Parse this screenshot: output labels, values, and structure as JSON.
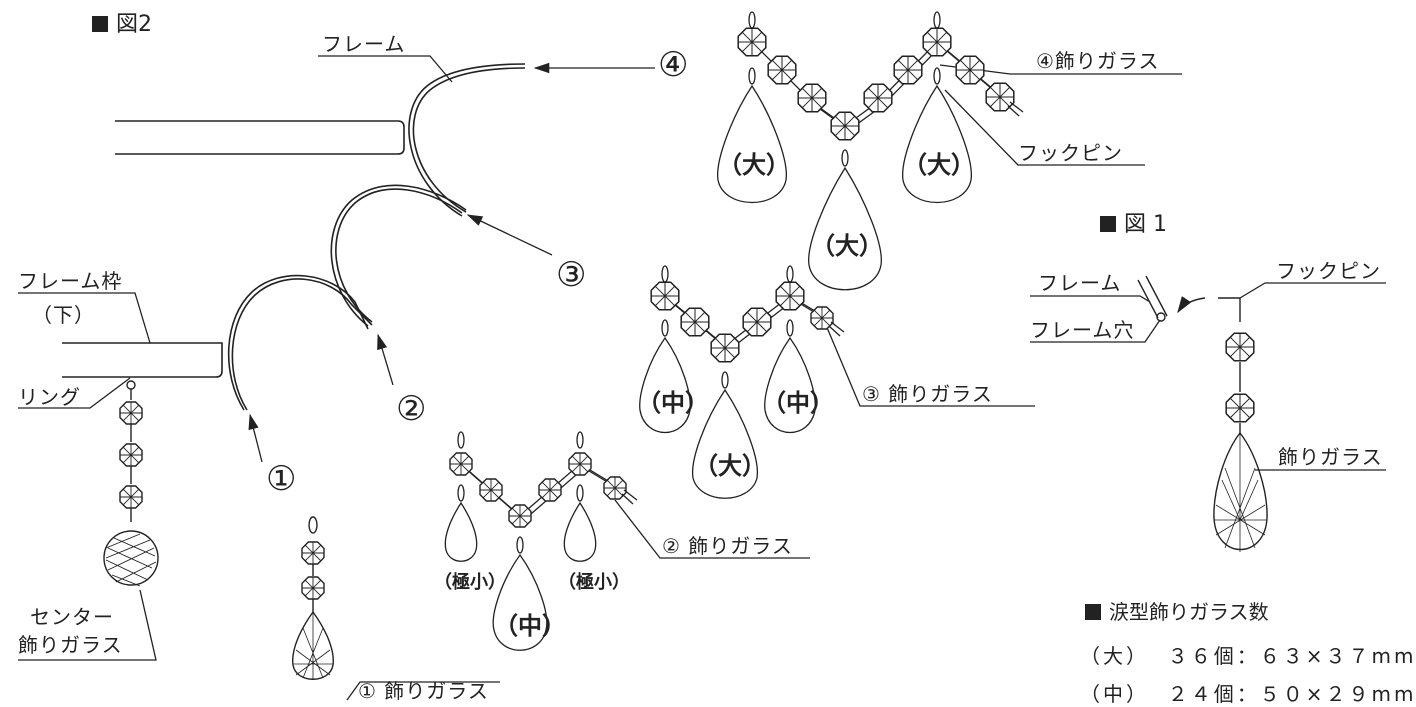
{
  "fig2": {
    "title": "図2"
  },
  "fig1": {
    "title": "図 1"
  },
  "labels": {
    "frame_top": "フレーム",
    "frame_lower_1": "フレーム枠",
    "frame_lower_2": "（下）",
    "ring": "リング",
    "center_glass_1": "センター",
    "center_glass_2": "飾りガラス",
    "glass_1": "① 飾りガラス",
    "glass_2": "② 飾りガラス",
    "glass_3": "③ 飾りガラス",
    "glass_4": "④飾りガラス",
    "hook_pin_top": "フックピン",
    "fig1_frame": "フレーム",
    "fig1_frame_hole": "フレーム穴",
    "fig1_hook_pin": "フックピン",
    "fig1_glass": "飾りガラス"
  },
  "numbers": {
    "n1": "①",
    "n2": "②",
    "n3": "③",
    "n4": "④"
  },
  "drops": {
    "large": "（大）",
    "medium": "（中）",
    "tiny": "（極小）"
  },
  "count_table": {
    "title": "涙型飾りガラス数",
    "rows": [
      {
        "size": "（大）",
        "count": "３６個：６３×３７mm"
      },
      {
        "size": "（中）",
        "count": "２４個：５０×２９mm"
      }
    ]
  }
}
